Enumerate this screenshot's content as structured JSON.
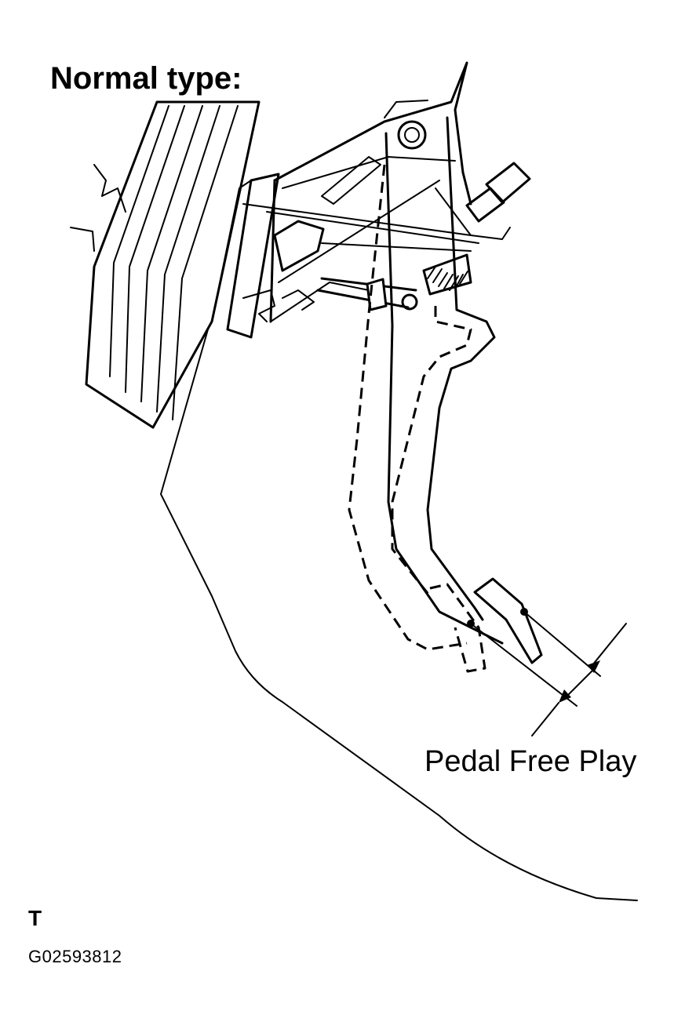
{
  "diagram": {
    "title": "Normal type:",
    "callout": "Pedal Free Play",
    "corner_mark": "T",
    "figure_code": "G02593812"
  }
}
